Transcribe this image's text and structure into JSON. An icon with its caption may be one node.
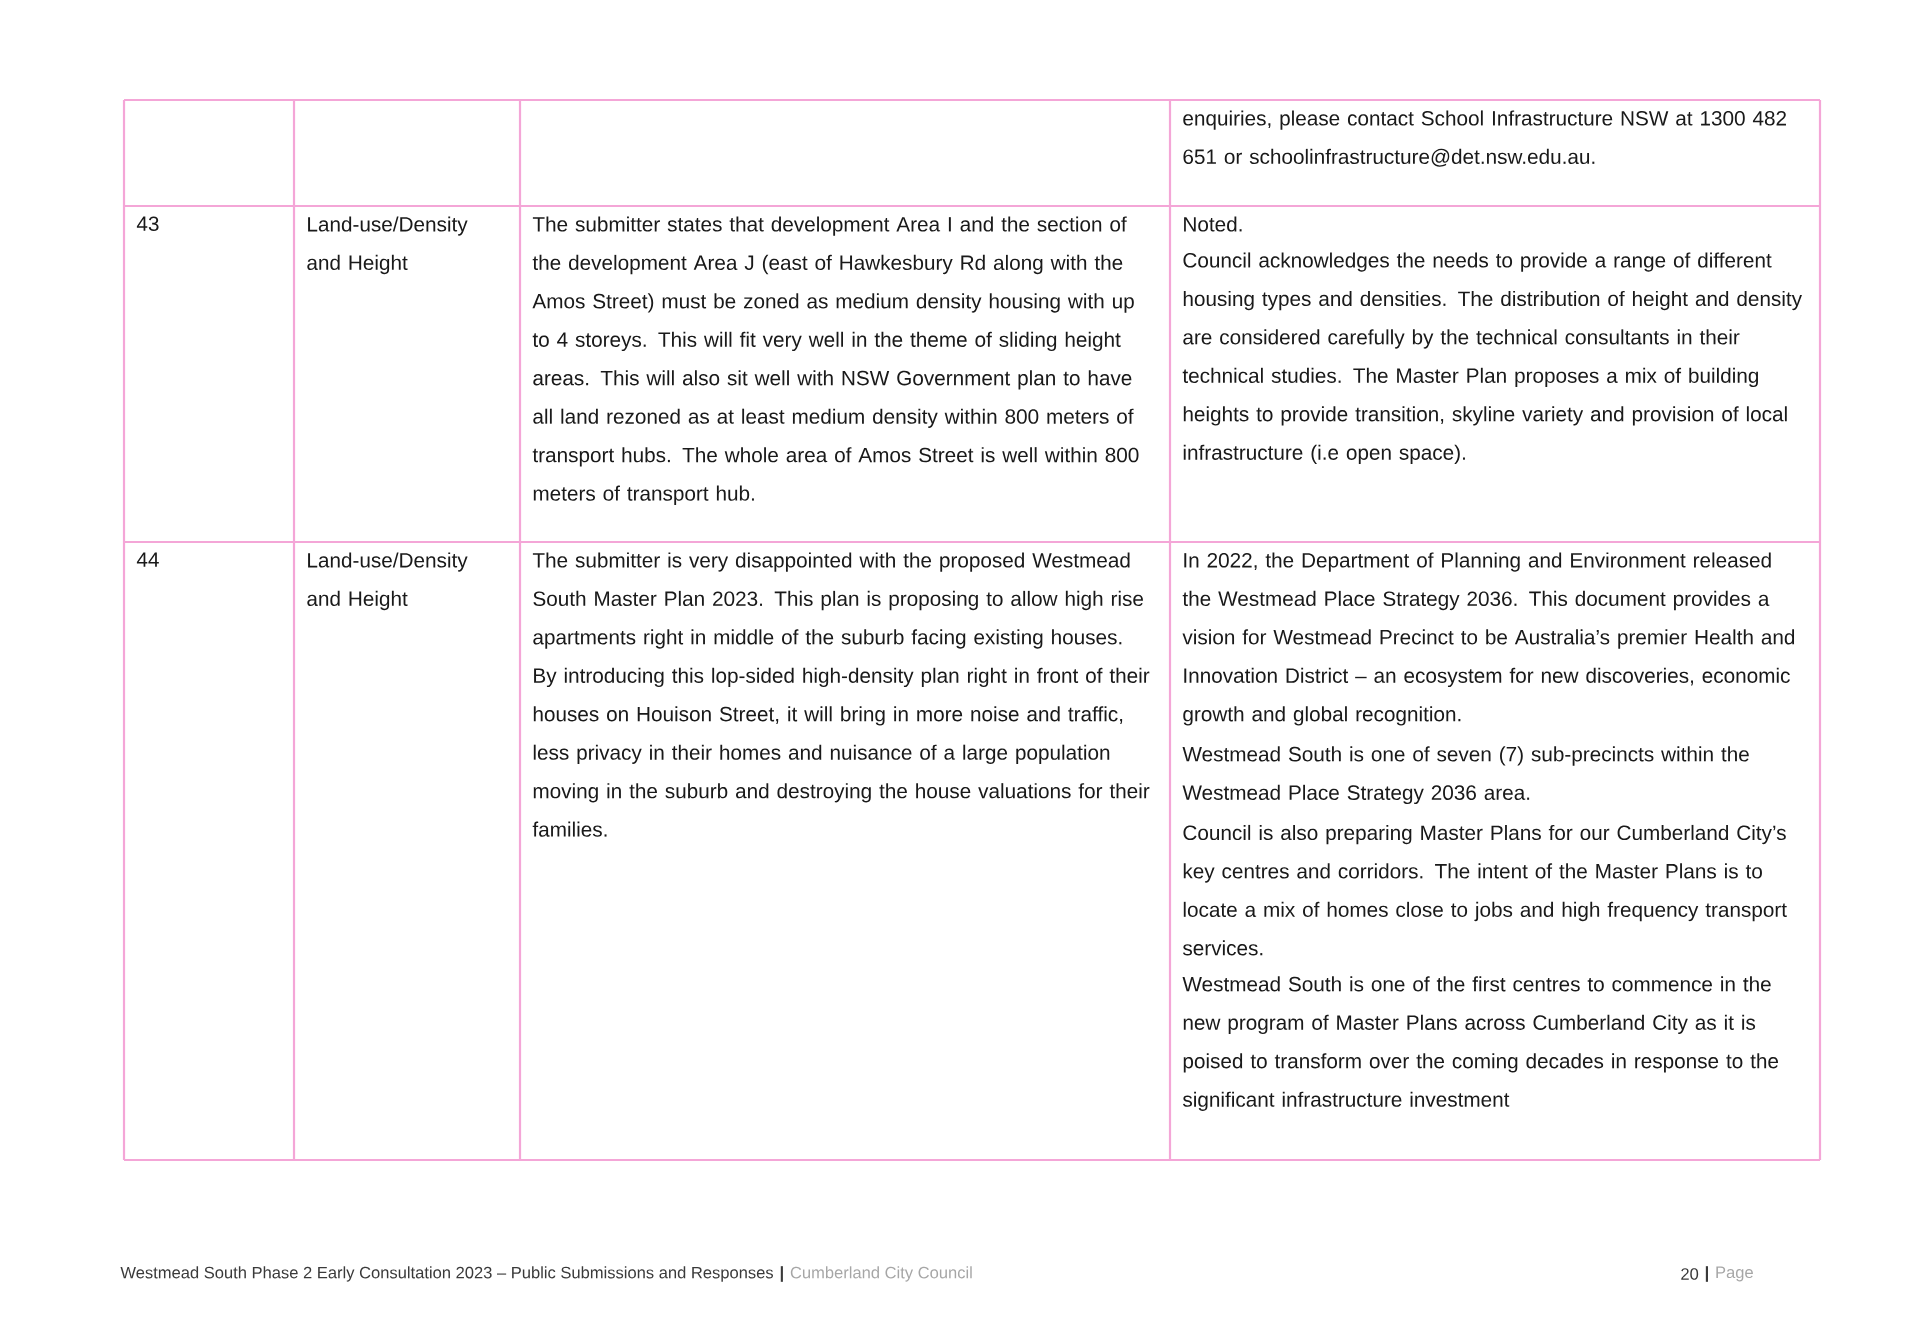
{
  "diagram": {
    "labels": [
      "enquiries, please contact School Infrastructure NSW at 1300 482 651 or schoolinfrastructure@det.nsw.edu.au.",
      "43",
      "Land-use/Density and Height",
      "The submitter states that development Area I and the section of the development Area J (east of Hawkesbury Rd along with the Amos Street) must be zoned as medium density housing with up to 4 storeys. This will fit very well in the theme of sliding height areas. This will also sit well with NSW Government plan to have all land rezoned as at least medium density within 800 meters of transport hubs. The whole area of Amos Street is well within 800 meters of transport hub.",
      "Noted.",
      "Council acknowledges the needs to provide a range of different housing types and densities. The distribution of height and density are considered carefully by the technical consultants in their technical studies. The Master Plan proposes a mix of building heights to provide transition, skyline variety and provision of local infrastructure (i.e open space).",
      "44",
      "Land-use/Density and Height",
      "The submitter is very disappointed with the proposed Westmead South Master Plan 2023. This plan is proposing to allow high rise apartments right in middle of the suburb facing existing houses. By introducing this lop-sided high-density plan right in front of their houses on Houison Street, it will bring in more noise and traffic, less privacy in their homes and nuisance of a large population moving in the suburb and destroying the house valuations for their families.",
      "In 2022, the Department of Planning and Environment released the Westmead Place Strategy 2036. This document provides a vision for Westmead Precinct to be Australia’s premier Health and Innovation District – an ecosystem for new discoveries, economic growth and global recognition.",
      "Westmead South is one of seven (7) sub-precincts within the Westmead Place Strategy 2036 area.",
      "Council is also preparing Master Plans for our Cumberland City’s key centres and corridors. The intent of the Master Plans is to locate a mix of homes close to jobs and high frequency transport services.",
      "Westmead South is one of the first centres to commence in the new program of Master Plans across Cumberland City as it is poised to transform over the coming decades in response to the significant infrastructure investment",
      "Westmead South Phase 2 Early Consultation 2023 – Public Submissions and Responses",
      "|",
      "Cumberland City Council",
      "20",
      "|",
      "Page"
    ]
  }
}
